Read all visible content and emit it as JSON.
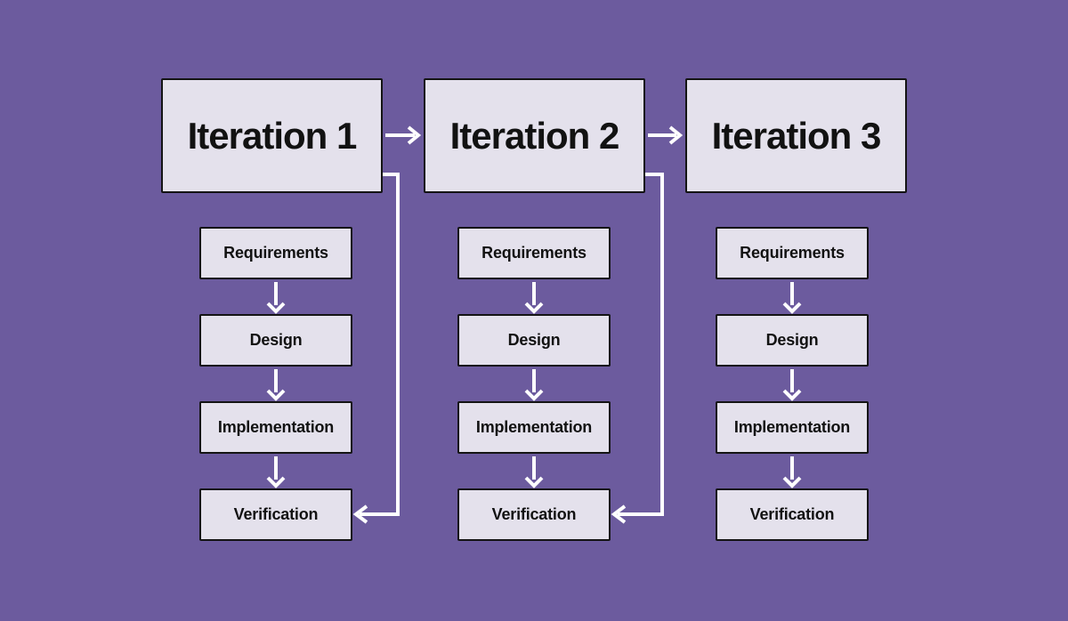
{
  "diagram": {
    "iterations": [
      {
        "label": "Iteration 1",
        "stages": [
          "Requirements",
          "Design",
          "Implementation",
          "Verification"
        ]
      },
      {
        "label": "Iteration 2",
        "stages": [
          "Requirements",
          "Design",
          "Implementation",
          "Verification"
        ]
      },
      {
        "label": "Iteration 3",
        "stages": [
          "Requirements",
          "Design",
          "Implementation",
          "Verification"
        ]
      }
    ],
    "connections": {
      "header_flow": [
        "Iteration 1 -> Iteration 2",
        "Iteration 2 -> Iteration 3"
      ],
      "stage_flow": "Requirements -> Design -> Implementation -> Verification",
      "feedback_loops": [
        "Iteration 1 -> Verification",
        "Iteration 2 -> Verification"
      ]
    },
    "colors": {
      "background": "#6c5b9e",
      "box-fill": "#e4e1ec",
      "box-border": "#141414",
      "box-text": "#121212",
      "connector": "#ffffff"
    }
  }
}
